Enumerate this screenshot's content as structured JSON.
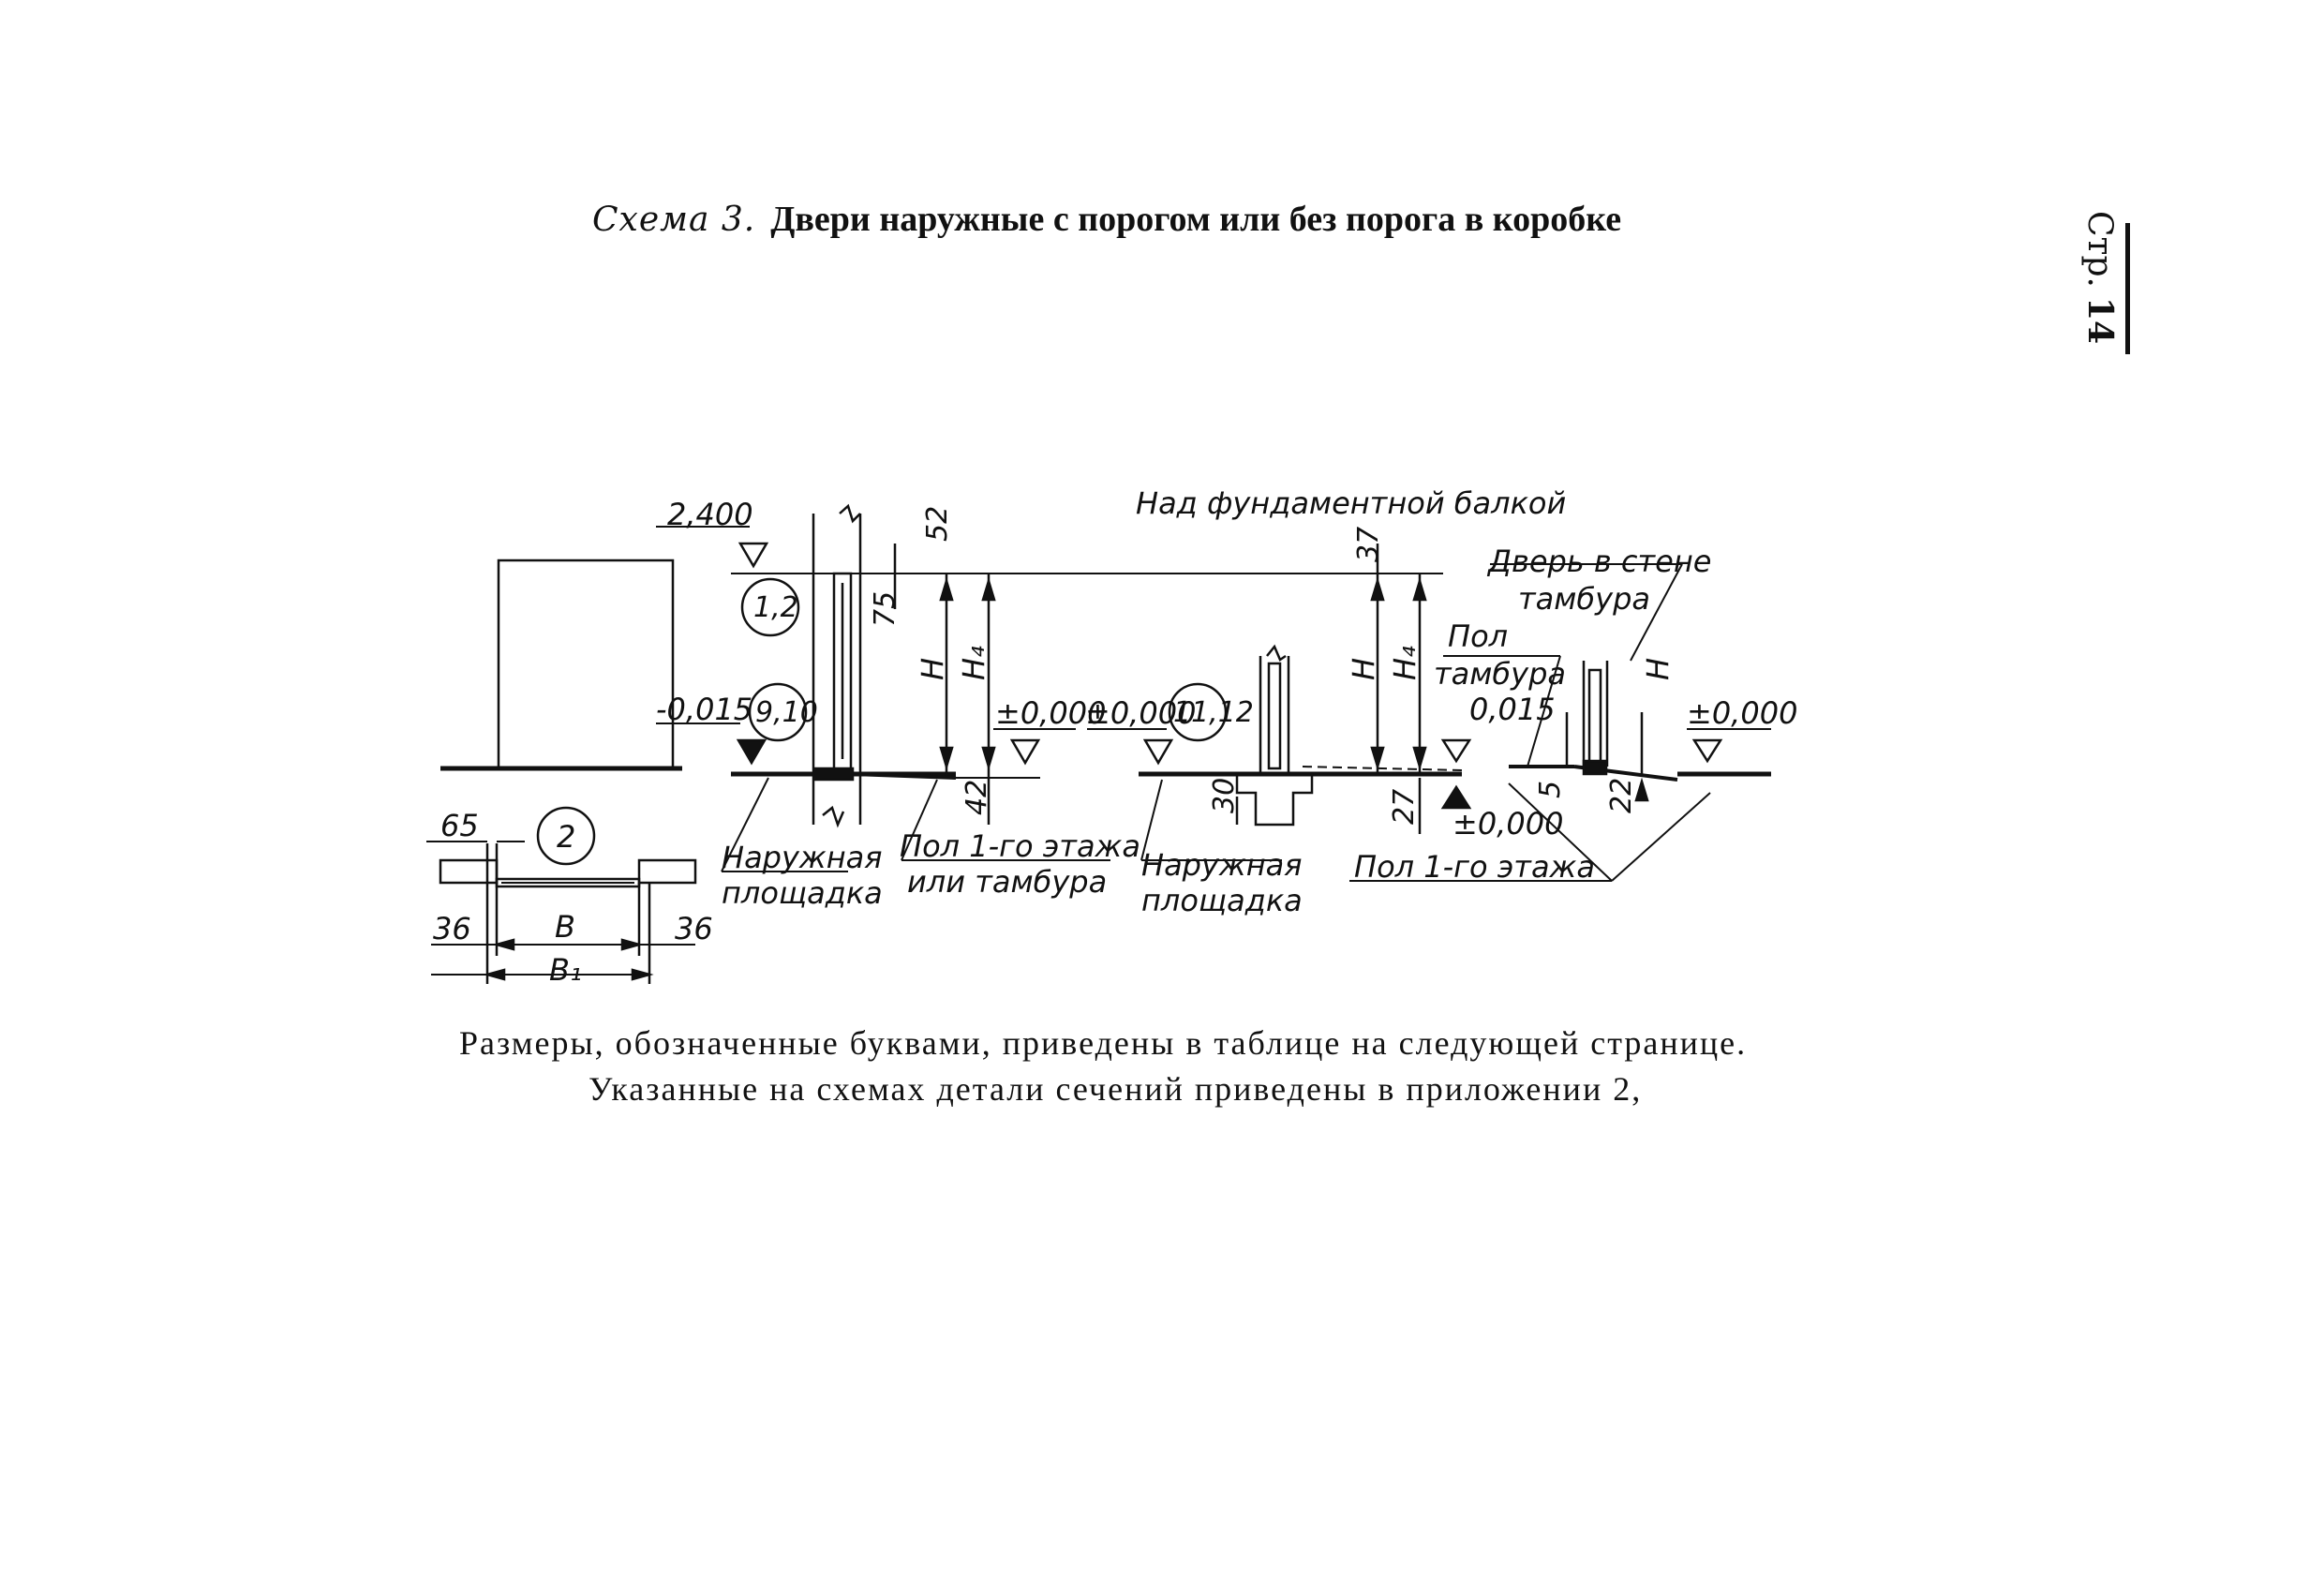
{
  "title": {
    "label": "Схема 3.",
    "text": "Двери наружные с порогом или без порога в коробке"
  },
  "page": {
    "label": "Стр.",
    "number": "14"
  },
  "drawing": {
    "annotations": {
      "elev_2400": "2,400",
      "elev_m0015": "-0,015",
      "elev_pm0000_a": "±0,000",
      "elev_pm0000_b": "±0,000",
      "elev_pm0000_c": "±0,000",
      "elev_pm0000_d": "±0,000",
      "elev_0015": "0,015",
      "dim_52": "52",
      "dim_75": "75",
      "dim_42": "42",
      "dim_37": "37",
      "dim_30": "30",
      "dim_27": "27",
      "dim_5": "5",
      "dim_22": "22",
      "dim_65": "65",
      "dim_36_left": "36",
      "dim_36_right": "36",
      "dim_H_1": "H",
      "dim_H4_1": "H₄",
      "dim_H_2": "H",
      "dim_H4_2": "H₄",
      "dim_H_3": "H",
      "dim_B": "B",
      "dim_B1": "B₁",
      "callout_12": "1,2",
      "callout_910": "9,10",
      "callout_1112": "11,12",
      "callout_2": "2",
      "label_over_beam": "Над фундаментной балкой",
      "label_door_tambour_1": "Дверь в стене",
      "label_door_tambour_2": "тамбура",
      "label_floor_tambour_1": "Пол",
      "label_floor_tambour_2": "тамбура",
      "label_outer_1a": "Наружная",
      "label_outer_1b": "площадка",
      "label_outer_2a": "Наружная",
      "label_outer_2b": "площадка",
      "label_floor1_a": "Пол 1-го этажа",
      "label_floor1_b": "или тамбура",
      "label_floor1_2": "Пол 1-го этажа"
    }
  },
  "notes": {
    "line1": "Размеры, обозначенные буквами, приведены в таблице на следующей странице.",
    "line2": "Указанные на схемах детали сечений приведены в приложении 2,"
  }
}
